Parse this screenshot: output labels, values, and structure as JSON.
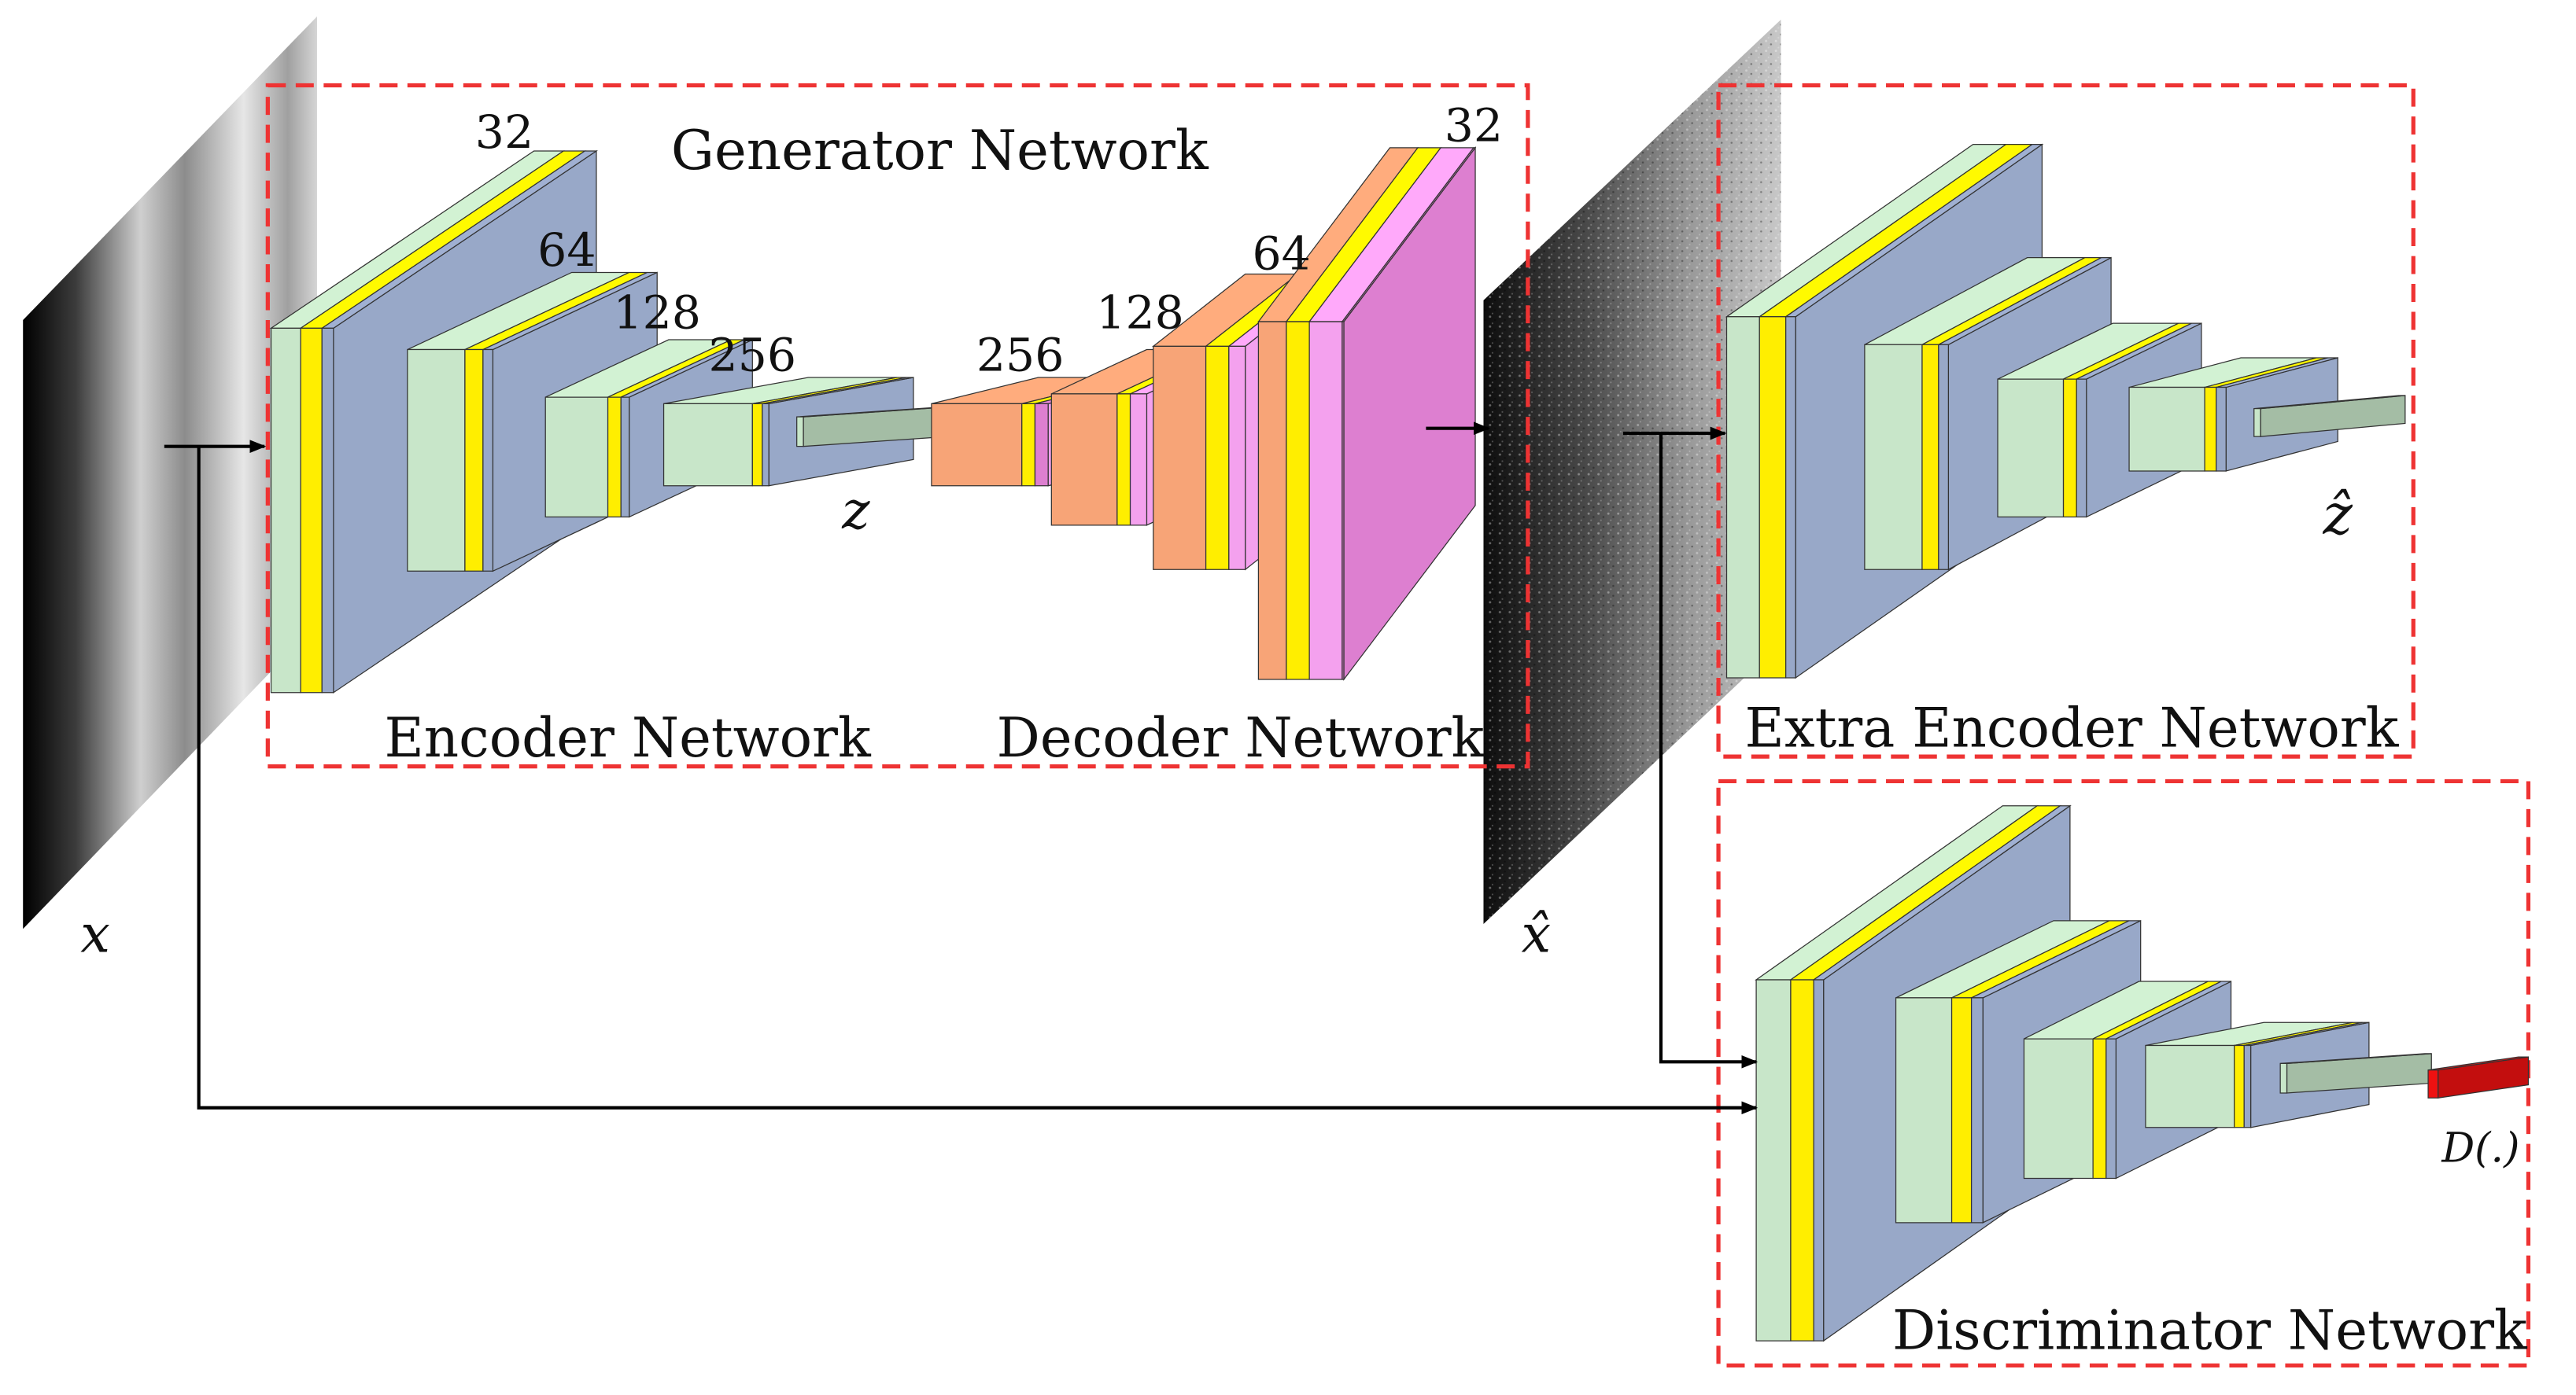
{
  "titles": {
    "generator": "Generator Network",
    "encoder": "Encoder Network",
    "decoder": "Decoder Network",
    "extra_encoder": "Extra Encoder Network",
    "discriminator": "Discriminator Network"
  },
  "channels": {
    "enc": [
      "32",
      "64",
      "128",
      "256"
    ],
    "dec": [
      "256",
      "128",
      "64",
      "32"
    ]
  },
  "symbols": {
    "x": "x",
    "x_hat": "x̂",
    "z": "z",
    "z_hat": "ẑ",
    "d_output": "D(.)"
  },
  "colors": {
    "block_green": "#c8e6c9",
    "block_blue": "#98a8c8",
    "stripe_yellow": "#ffee00",
    "block_orange": "#f7a477",
    "block_pink": "#dd7fd0",
    "stripe_pink": "#f4a1ee",
    "output_red": "#ee1111",
    "dashed_box": "#ee3333"
  }
}
